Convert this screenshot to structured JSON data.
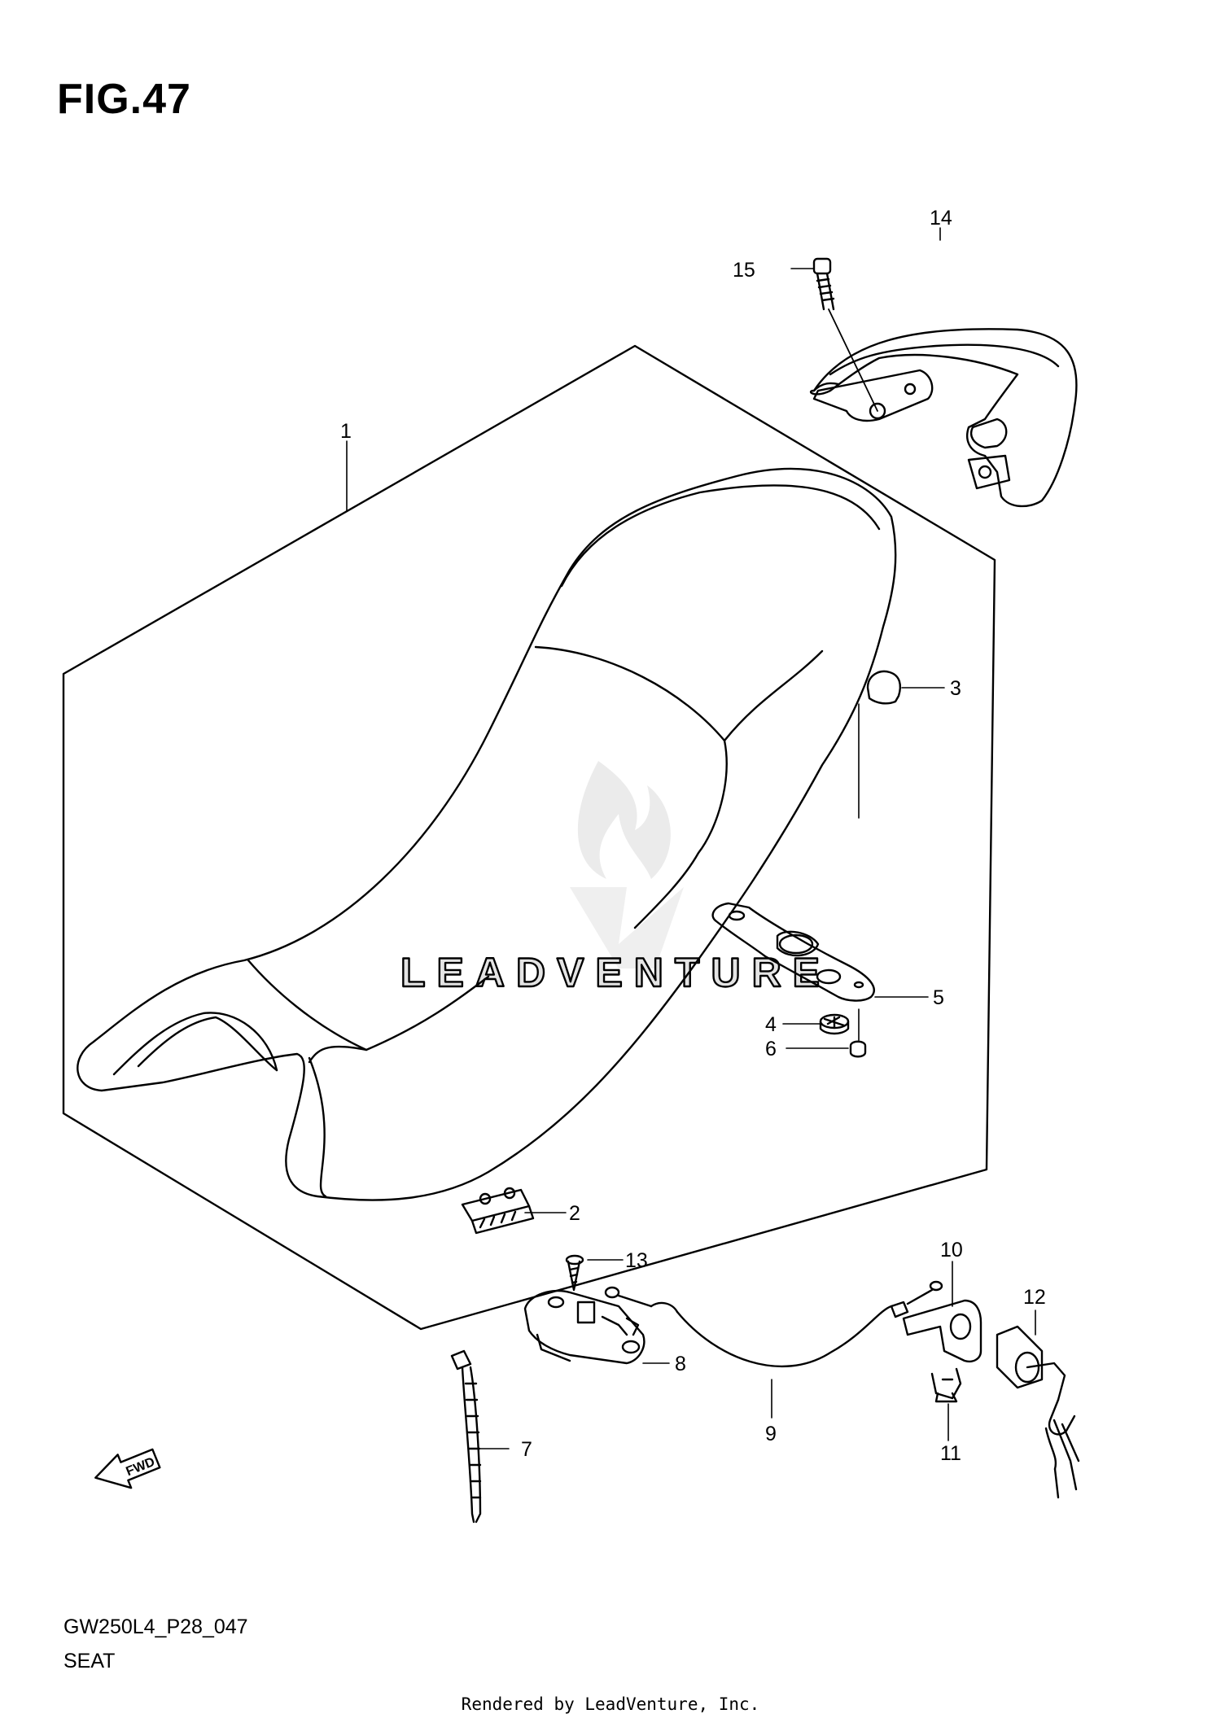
{
  "figure": {
    "title": "FIG.47"
  },
  "callouts": [
    {
      "number": "1",
      "part": "seat"
    },
    {
      "number": "2",
      "part": "seat-damper"
    },
    {
      "number": "3",
      "part": "cushion"
    },
    {
      "number": "4",
      "part": "damper"
    },
    {
      "number": "5",
      "part": "seat-hook-plate"
    },
    {
      "number": "6",
      "part": "nut"
    },
    {
      "number": "7",
      "part": "cable-tie"
    },
    {
      "number": "8",
      "part": "lock-bracket"
    },
    {
      "number": "9",
      "part": "seat-lock-cable"
    },
    {
      "number": "10",
      "part": "lock-holder-bracket"
    },
    {
      "number": "11",
      "part": "clip"
    },
    {
      "number": "12",
      "part": "seat-lock-set"
    },
    {
      "number": "13",
      "part": "screw"
    },
    {
      "number": "14",
      "part": "grab-rail"
    },
    {
      "number": "15",
      "part": "bolt"
    }
  ],
  "direction_marker": {
    "label": "FWD",
    "icon": "forward-arrow-icon"
  },
  "watermark": {
    "text": "LEADVENTURE",
    "icon": "flame-logo-icon"
  },
  "footer": {
    "code": "GW250L4_P28_047",
    "section": "SEAT"
  },
  "credit": "Rendered by LeadVenture, Inc."
}
